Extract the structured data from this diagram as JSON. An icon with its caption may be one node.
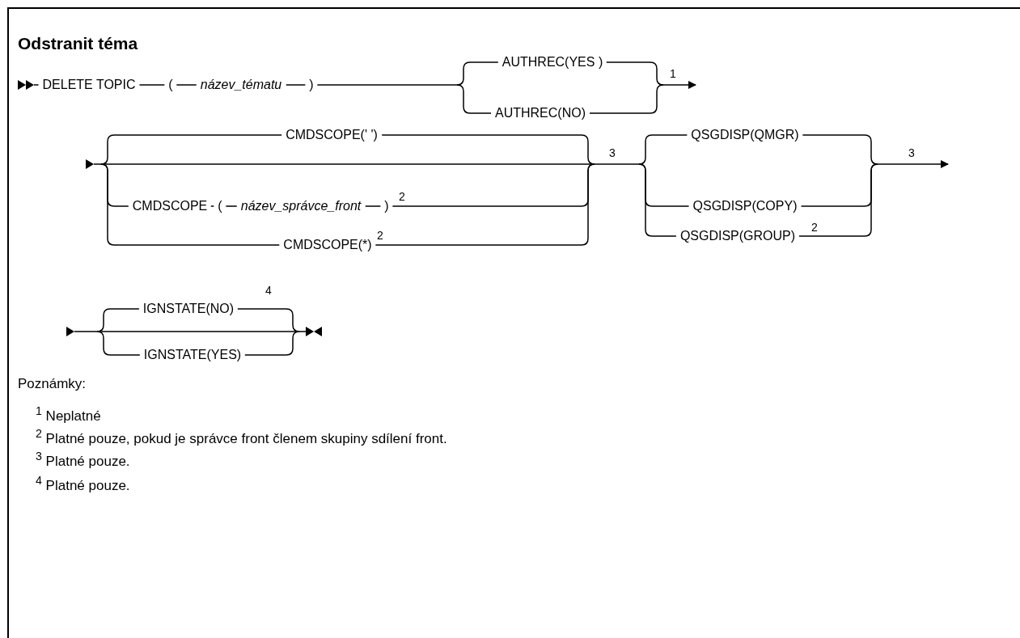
{
  "diagram": {
    "title": "Odstranit téma",
    "labels": [
      "AUTHREC(YES )",
      "DELETE TOPIC",
      "(",
      "název_tématu",
      ")",
      "1",
      "AUTHREC(NO)",
      "CMDSCOPE(' ')",
      "QSGDISP(QMGR)",
      "3",
      "3",
      "CMDSCOPE",
      "(",
      "název_správce_front",
      ")",
      "2",
      "QSGDISP(COPY)",
      "CMDSCOPE(*)",
      "2",
      "QSGDISP(GROUP)",
      "2",
      "4",
      "IGNSTATE(NO)",
      "IGNSTATE(YES)",
      "Poznámky:",
      "$^{1}$ Neplatné",
      "$^{2}$ Platné pouze, pokud je správce front členem skupiny sdílení front.",
      "$^{3}$ Platné pouze.",
      "$^{4}$ Platné pouze."
    ]
  }
}
